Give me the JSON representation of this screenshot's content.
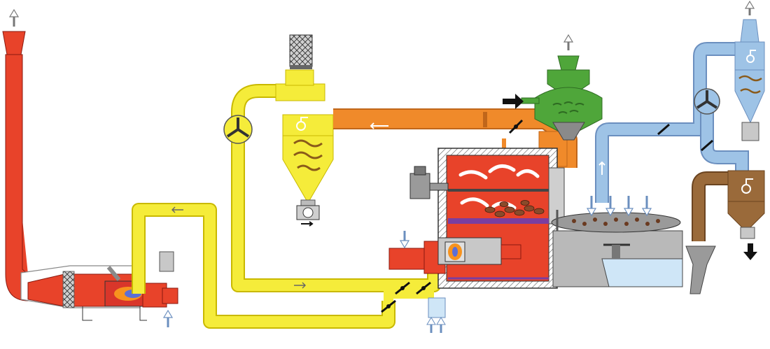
{
  "diagram": {
    "type": "process-flow",
    "labels": [],
    "colors": {
      "hot_gas": "#e8432a",
      "hot_gas_dark": "#b3261a",
      "yellow_air": "#f5ec3a",
      "yellow_edge": "#c9b900",
      "orange_exhaust": "#f08a2a",
      "green_cooler": "#4fa63a",
      "blue_air": "#9ec3e6",
      "brown_cyclone": "#9a6a3a",
      "grey_machine": "#b9b9b9",
      "cooling_water": "#cfe6f7",
      "flame_orange": "#f7931e",
      "flame_blue": "#5b6fd6",
      "arrow_outline": "#555555",
      "arrow_black": "#111111"
    },
    "components": [
      {
        "id": "chimney-stack",
        "icon": "exhaust-stack"
      },
      {
        "id": "afterburner-chamber",
        "icon": "burner-flame"
      },
      {
        "id": "gas-burner-left",
        "icon": "gas-burner"
      },
      {
        "id": "yellow-recirculation-duct",
        "icon": "duct"
      },
      {
        "id": "recirculation-fan",
        "icon": "fan"
      },
      {
        "id": "chaff-cyclone",
        "icon": "cyclone"
      },
      {
        "id": "cartridge-filter",
        "icon": "filter"
      },
      {
        "id": "rotary-valve",
        "icon": "valve"
      },
      {
        "id": "roasting-drum",
        "icon": "drum"
      },
      {
        "id": "drum-motor",
        "icon": "motor"
      },
      {
        "id": "main-burner",
        "icon": "burner-flame"
      },
      {
        "id": "green-bean-hopper",
        "icon": "hopper"
      },
      {
        "id": "cooling-tray",
        "icon": "cooling-tray"
      },
      {
        "id": "blue-cooling-air-duct",
        "icon": "duct"
      },
      {
        "id": "cooling-fan",
        "icon": "fan"
      },
      {
        "id": "cooling-cyclone",
        "icon": "cyclone"
      },
      {
        "id": "destoner-cyclone",
        "icon": "cyclone"
      }
    ]
  }
}
